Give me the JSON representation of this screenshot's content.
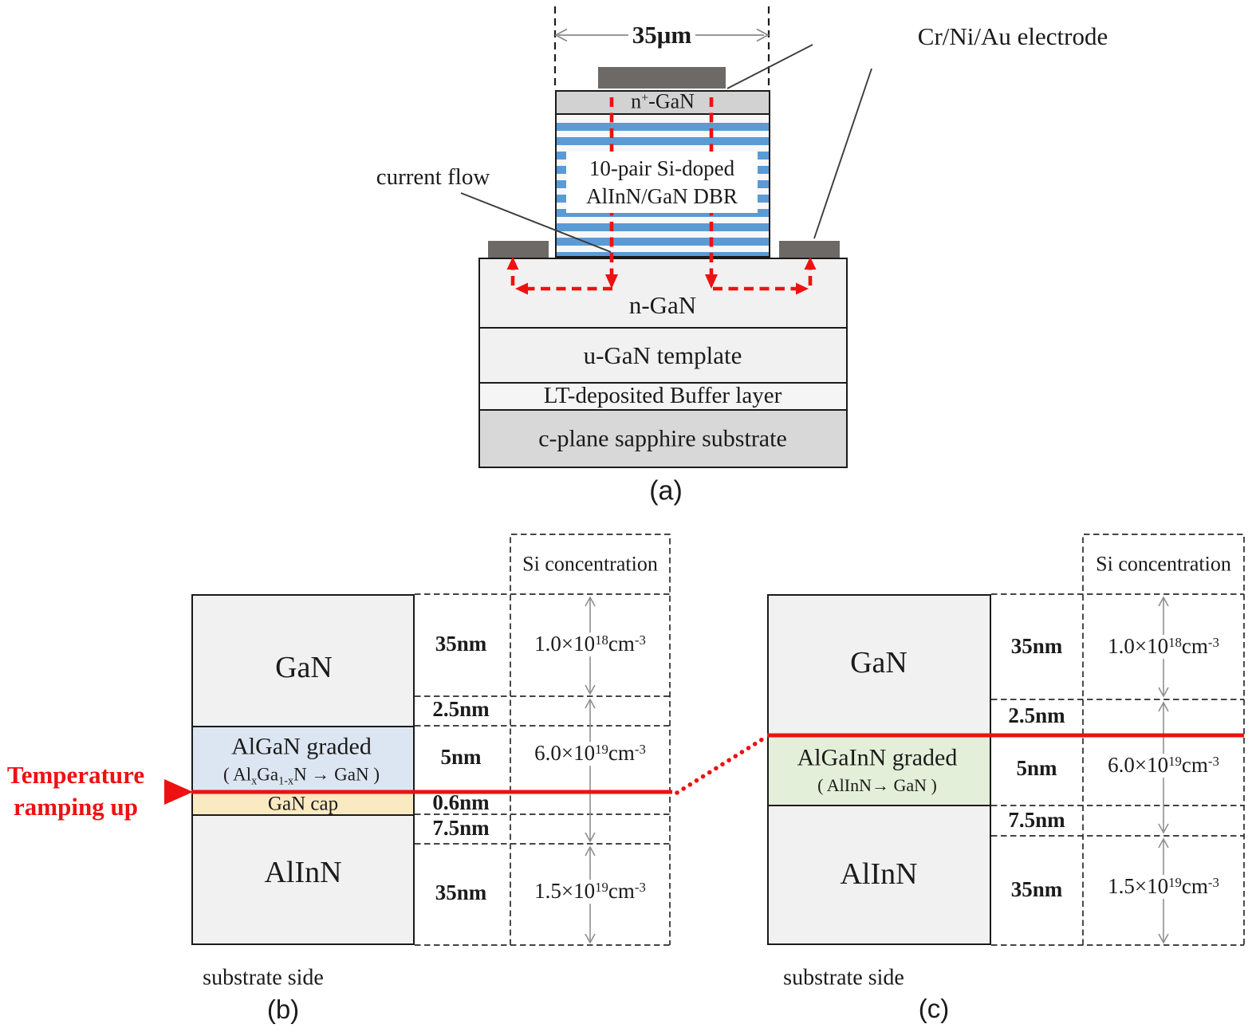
{
  "panel_a": {
    "label": "(a)",
    "width_label": "35μm",
    "electrode_label": "Cr/Ni/Au electrode",
    "current_flow_label": "current flow",
    "top_layer": {
      "base": "n",
      "sup": "+",
      "rest": "-GaN"
    },
    "dbr_line1": "10-pair Si-doped",
    "dbr_line2": "AlInN/GaN DBR",
    "n_gan": "n-GaN",
    "u_gan": "u-GaN template",
    "buffer": "LT-deposited Buffer layer",
    "substrate": "c-plane sapphire substrate"
  },
  "panel_b": {
    "label": "(b)",
    "temp_line1": "Temperature",
    "temp_line2": "ramping up",
    "gan": "GaN",
    "algan_title": "AlGaN graded",
    "algan_f": {
      "p1": "( Al",
      "s1": "x",
      "p2": "Ga",
      "s2": "1-x",
      "p3": "N → GaN )"
    },
    "gan_cap": "GaN cap",
    "alinn": "AlInN",
    "thicknesses": [
      "35nm",
      "2.5nm",
      "5nm",
      "0.6nm",
      "7.5nm",
      "35nm"
    ],
    "si_header": "Si concentration",
    "si_values": [
      {
        "m": "1.0×10",
        "e": "18",
        "u": "cm",
        "ue": "-3"
      },
      {
        "m": "6.0×10",
        "e": "19",
        "u": "cm",
        "ue": "-3"
      },
      {
        "m": "1.5×10",
        "e": "19",
        "u": "cm",
        "ue": "-3"
      }
    ],
    "substrate_side": "substrate side"
  },
  "panel_c": {
    "label": "(c)",
    "gan": "GaN",
    "algainn_title": "AlGaInN graded",
    "algainn_f": "( AlInN→ GaN )",
    "alinn": "AlInN",
    "thicknesses": [
      "35nm",
      "2.5nm",
      "5nm",
      "7.5nm",
      "35nm"
    ],
    "si_header": "Si concentration",
    "si_values": [
      {
        "m": "1.0×10",
        "e": "18",
        "u": "cm",
        "ue": "-3"
      },
      {
        "m": "6.0×10",
        "e": "19",
        "u": "cm",
        "ue": "-3"
      },
      {
        "m": "1.5×10",
        "e": "19",
        "u": "cm",
        "ue": "-3"
      }
    ],
    "substrate_side": "substrate side"
  },
  "colors": {
    "accent_red": "#ee1111",
    "dbr_stripe_blue": "#5b9bd5",
    "algan_blue": "#dce6f2",
    "gan_cap_yellow": "#faeac2",
    "algainn_green": "#e3efd9",
    "electrode_gray": "#6d6966",
    "layer_gray": "#f1f1f1",
    "substrate_gray": "#d8d8d8"
  }
}
